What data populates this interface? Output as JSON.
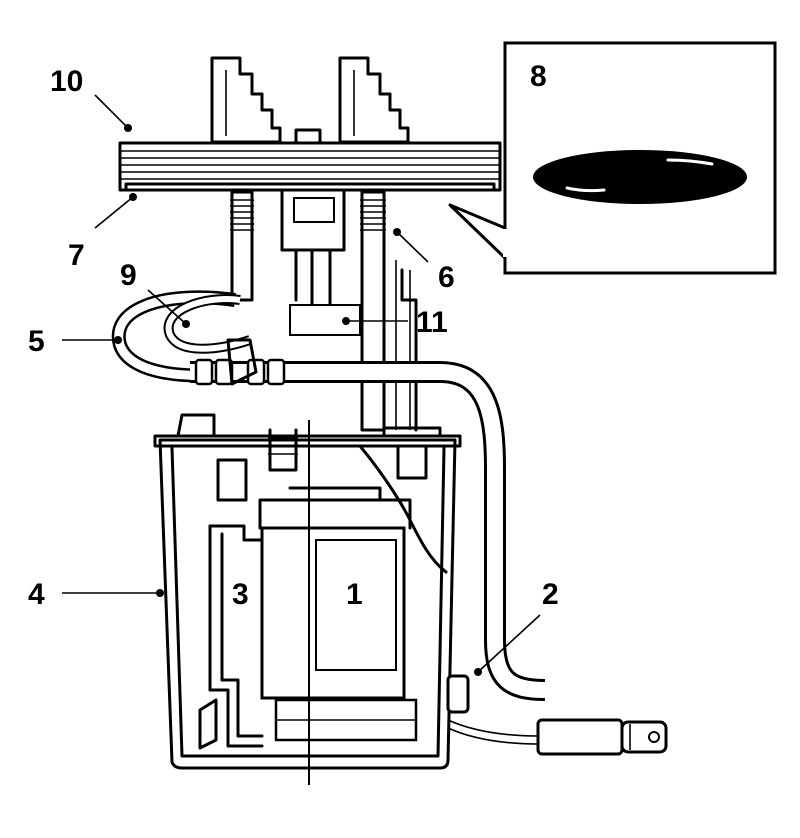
{
  "diagram": {
    "callouts": [
      {
        "id": "c10",
        "label": "10"
      },
      {
        "id": "c7",
        "label": "7"
      },
      {
        "id": "c9",
        "label": "9"
      },
      {
        "id": "c5",
        "label": "5"
      },
      {
        "id": "c4",
        "label": "4"
      },
      {
        "id": "c3",
        "label": "3"
      },
      {
        "id": "c1",
        "label": "1"
      },
      {
        "id": "c2",
        "label": "2"
      },
      {
        "id": "c6",
        "label": "6"
      },
      {
        "id": "c11",
        "label": "11"
      },
      {
        "id": "c8",
        "label": "8"
      }
    ]
  },
  "colors": {
    "ink": "#000000",
    "paper": "#ffffff"
  }
}
